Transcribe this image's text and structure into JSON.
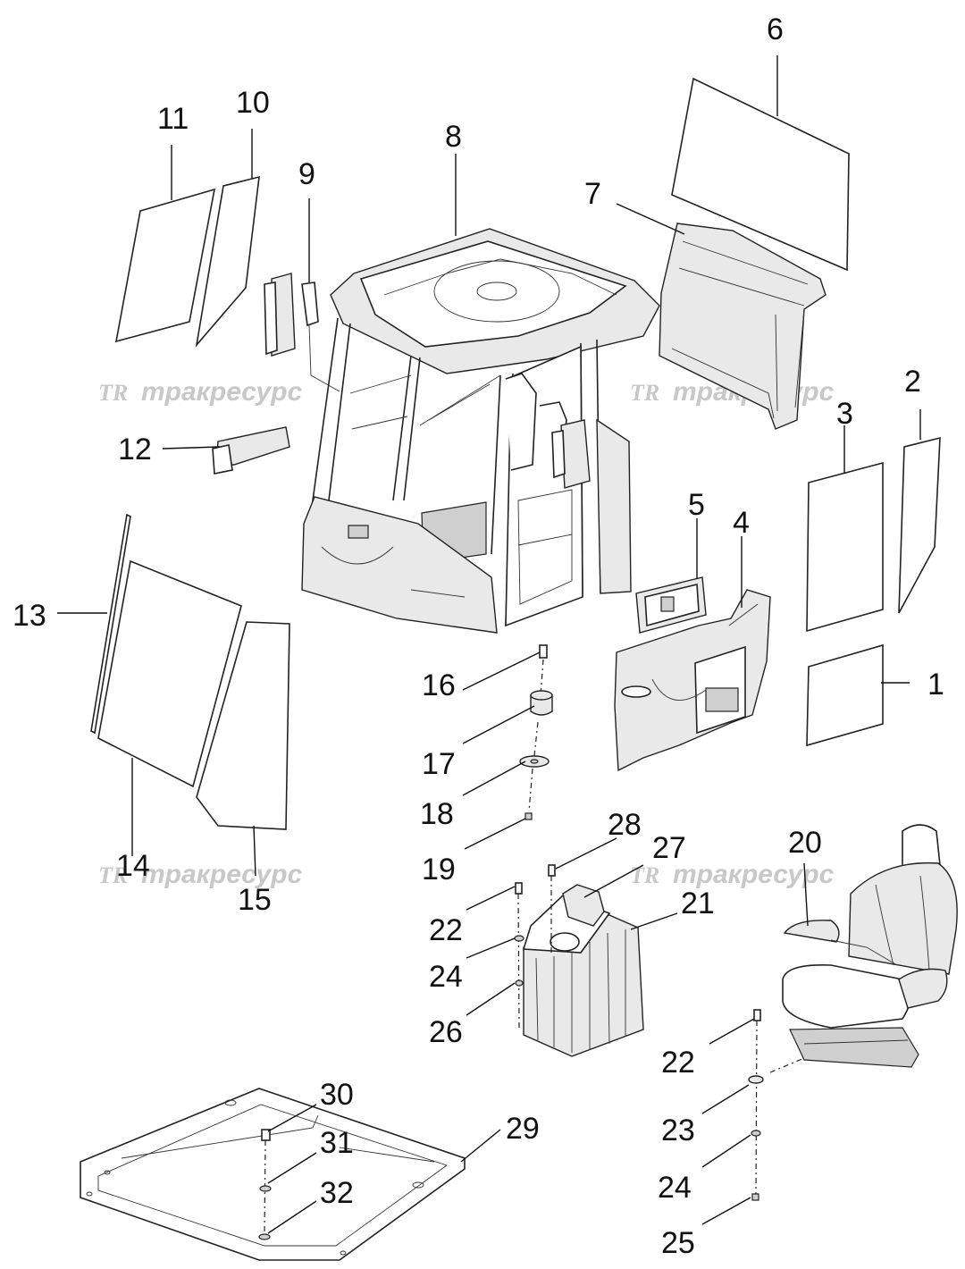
{
  "watermark": {
    "logo": "TR",
    "text": "тракресурс"
  },
  "callouts": [
    "1",
    "2",
    "3",
    "4",
    "5",
    "6",
    "7",
    "8",
    "9",
    "10",
    "11",
    "12",
    "13",
    "14",
    "15",
    "16",
    "17",
    "18",
    "19",
    "20",
    "21",
    "22",
    "23",
    "24",
    "25",
    "26",
    "27",
    "28",
    "29",
    "30",
    "31",
    "32"
  ],
  "callouts_repeat": {
    "c22b": "22",
    "c24b": "24"
  }
}
